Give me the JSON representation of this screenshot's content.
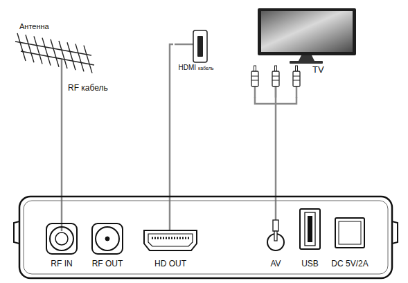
{
  "diagram": {
    "nodes": [
      {
        "text": [
          "Антенна"
        ]
      },
      {
        "text": [
          "HDMI",
          "кабель"
        ]
      },
      {
        "text": [
          "TV"
        ]
      },
      {
        "text": [
          "RF IN"
        ]
      },
      {
        "text": [
          "RF OUT"
        ]
      },
      {
        "text": [
          "HD OUT"
        ]
      },
      {
        "text": [
          "AV"
        ]
      },
      {
        "text": [
          "USB"
        ]
      },
      {
        "text": [
          "DC 5V/2A"
        ]
      }
    ],
    "edges": [
      {
        "from": 0,
        "to": 3,
        "arrow": "none",
        "label": "RF кабель"
      },
      {
        "from": 1,
        "to": 5,
        "arrow": "none"
      },
      {
        "from": 2,
        "to": 6,
        "arrow": "none"
      }
    ]
  }
}
